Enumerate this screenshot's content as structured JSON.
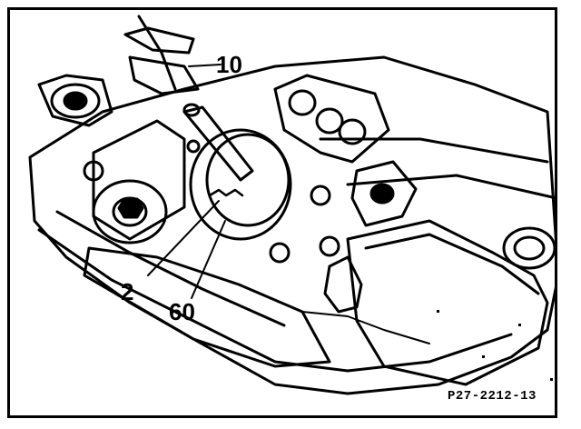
{
  "figure": {
    "callouts": {
      "label_10": "10",
      "label_2": "2",
      "label_60": "60"
    },
    "figure_reference": "P27-2212-13"
  }
}
